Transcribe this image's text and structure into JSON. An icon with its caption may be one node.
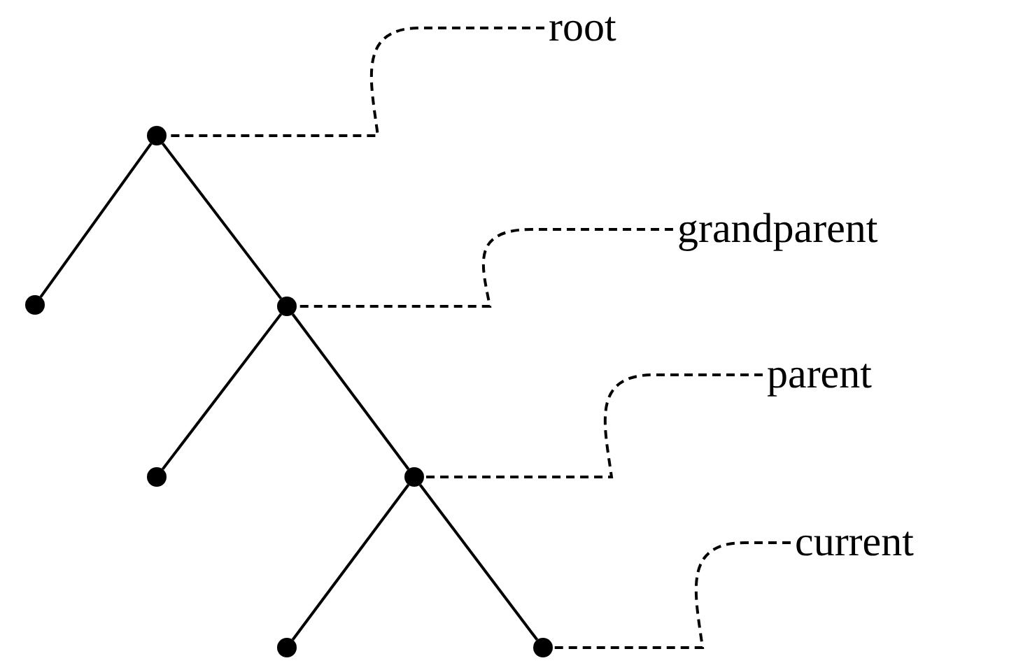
{
  "diagram": {
    "nodes": [
      {
        "text": [
          "root"
        ]
      },
      {
        "text": [],
        "shape": "circle"
      },
      {
        "text": [
          "grandparent"
        ]
      },
      {
        "text": [],
        "shape": "circle"
      },
      {
        "text": [],
        "shape": "circle"
      },
      {
        "text": [
          "parent"
        ]
      },
      {
        "text": [],
        "shape": "circle"
      },
      {
        "text": [],
        "shape": "circle"
      },
      {
        "text": [
          "current"
        ]
      },
      {
        "text": [],
        "shape": "circle"
      },
      {
        "text": [],
        "shape": "circle"
      }
    ],
    "edges": [
      {
        "from": 1,
        "to": 3,
        "arrow": "none"
      },
      {
        "from": 1,
        "to": 4,
        "arrow": "none"
      },
      {
        "from": 4,
        "to": 6,
        "arrow": "none"
      },
      {
        "from": 4,
        "to": 7,
        "arrow": "none"
      },
      {
        "from": 7,
        "to": 9,
        "arrow": "none"
      },
      {
        "from": 7,
        "to": 10,
        "arrow": "none"
      },
      {
        "from": 0,
        "to": 1,
        "arrow": "none",
        "style": "dashed"
      },
      {
        "from": 2,
        "to": 4,
        "arrow": "none",
        "style": "dashed"
      },
      {
        "from": 5,
        "to": 7,
        "arrow": "none",
        "style": "dashed"
      },
      {
        "from": 8,
        "to": 10,
        "arrow": "none",
        "style": "dashed"
      }
    ]
  }
}
